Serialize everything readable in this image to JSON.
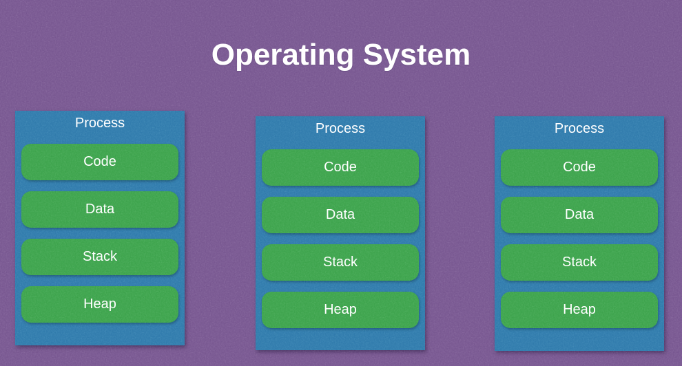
{
  "title": "Operating System",
  "colors": {
    "purple_background": "#76558F",
    "process_fill": "#2E79AB",
    "segment_fill": "#3BA24A",
    "text_color": "#FFFFFF"
  },
  "processes": [
    {
      "label": "Process",
      "segments": [
        "Code",
        "Data",
        "Stack",
        "Heap"
      ]
    },
    {
      "label": "Process",
      "segments": [
        "Code",
        "Data",
        "Stack",
        "Heap"
      ]
    },
    {
      "label": "Process",
      "segments": [
        "Code",
        "Data",
        "Stack",
        "Heap"
      ]
    }
  ]
}
